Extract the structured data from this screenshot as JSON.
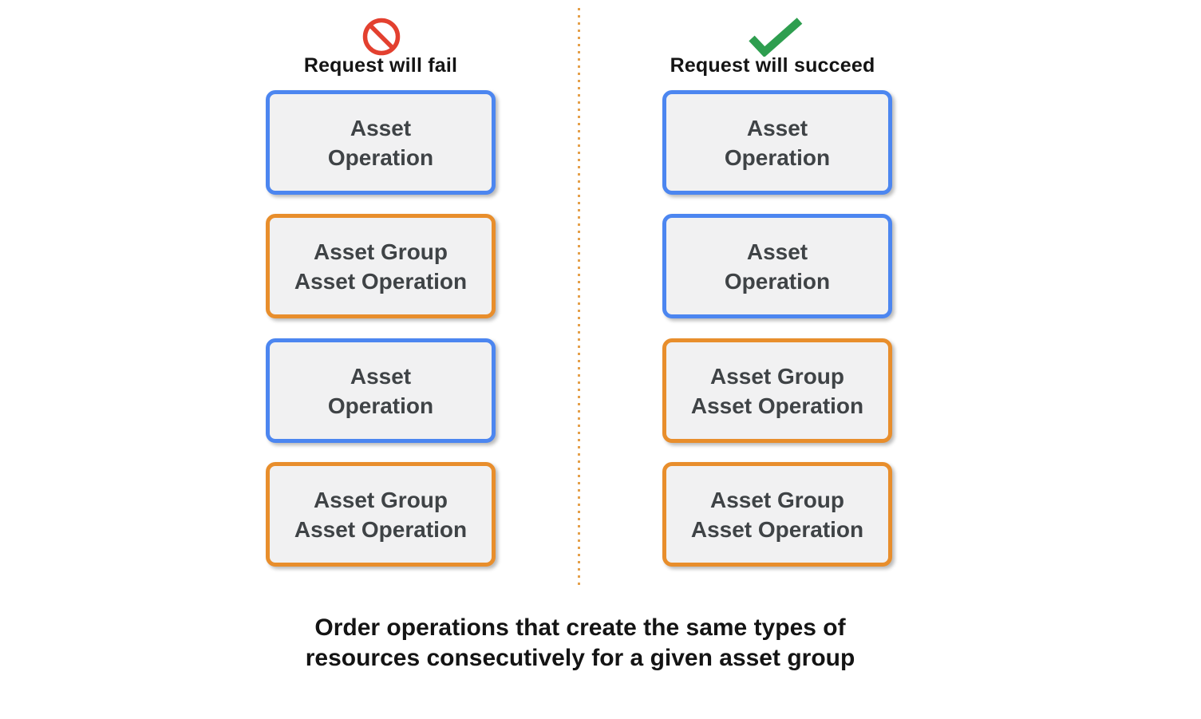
{
  "colors": {
    "page_bg": "#ffffff",
    "blue_border": "#4C86F0",
    "orange_border": "#E88E2C",
    "box_fill": "#F1F1F2",
    "box_text": "#3F4346",
    "heading_text": "#141414",
    "caption_text": "#141414",
    "fail_icon_color": "#E3402F",
    "success_icon_color": "#2E9E4F",
    "divider_color": "#E5A04A"
  },
  "fail_column": {
    "heading": "Request will fail",
    "icon": "prohibition-icon",
    "boxes": [
      {
        "type": "asset-operation",
        "line1": "Asset",
        "line2": "Operation"
      },
      {
        "type": "asset-group-asset-operation",
        "line1": "Asset Group",
        "line2": "Asset Operation"
      },
      {
        "type": "asset-operation",
        "line1": "Asset",
        "line2": "Operation"
      },
      {
        "type": "asset-group-asset-operation",
        "line1": "Asset Group",
        "line2": "Asset Operation"
      }
    ]
  },
  "succeed_column": {
    "heading": "Request will succeed",
    "icon": "checkmark-icon",
    "boxes": [
      {
        "type": "asset-operation",
        "line1": "Asset",
        "line2": "Operation"
      },
      {
        "type": "asset-operation",
        "line1": "Asset",
        "line2": "Operation"
      },
      {
        "type": "asset-group-asset-operation",
        "line1": "Asset Group",
        "line2": "Asset Operation"
      },
      {
        "type": "asset-group-asset-operation",
        "line1": "Asset Group",
        "line2": "Asset Operation"
      }
    ]
  },
  "caption": {
    "line1": "Order operations that create the same types of",
    "line2": "resources consecutively for a given asset group"
  }
}
